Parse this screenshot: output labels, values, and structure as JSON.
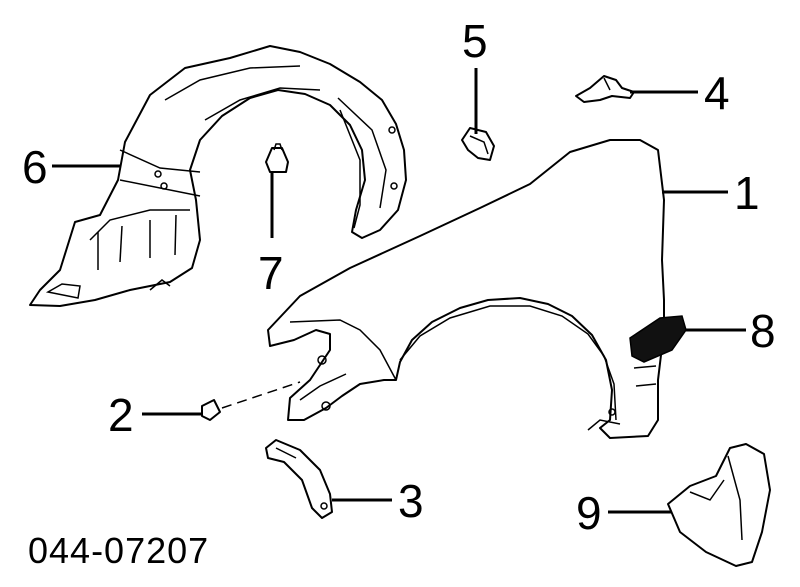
{
  "diagram": {
    "id_label": "044-07207",
    "callouts": [
      {
        "key": "1",
        "text": "1"
      },
      {
        "key": "2",
        "text": "2"
      },
      {
        "key": "3",
        "text": "3"
      },
      {
        "key": "4",
        "text": "4"
      },
      {
        "key": "5",
        "text": "5"
      },
      {
        "key": "6",
        "text": "6"
      },
      {
        "key": "7",
        "text": "7"
      },
      {
        "key": "8",
        "text": "8"
      },
      {
        "key": "9",
        "text": "9"
      }
    ]
  }
}
